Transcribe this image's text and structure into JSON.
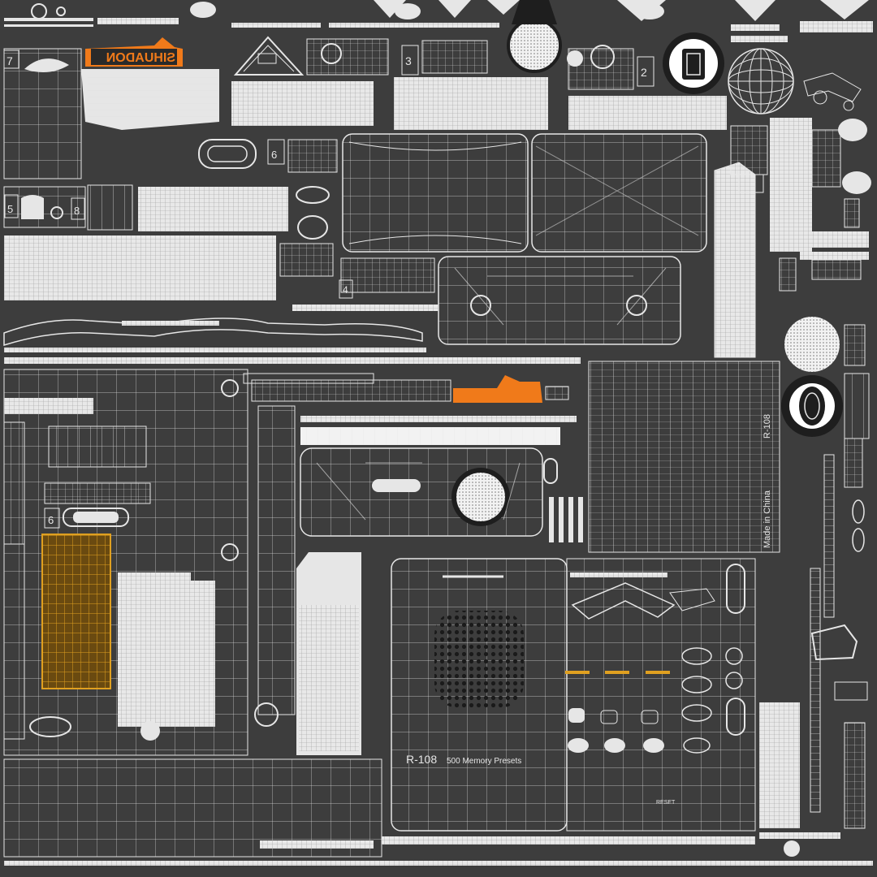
{
  "colors": {
    "background": "#3d3d3d",
    "wire": "#ffffff",
    "fill": "#e6e6e6",
    "accent_orange": "#f07a1a",
    "accent_amber": "#e0a020",
    "dark_fill": "#1e1e1e"
  },
  "labels": {
    "brand_mirrored": "SIHUADON",
    "model": "R-108",
    "presets": "500 Memory Presets",
    "made_in": "Made in China",
    "brand_small": "R-108",
    "reset": "RESET",
    "num_7": "7",
    "num_3": "3",
    "num_2": "2",
    "num_6a": "6",
    "num_5": "5",
    "num_8": "8",
    "num_4": "4",
    "num_6b": "6"
  }
}
